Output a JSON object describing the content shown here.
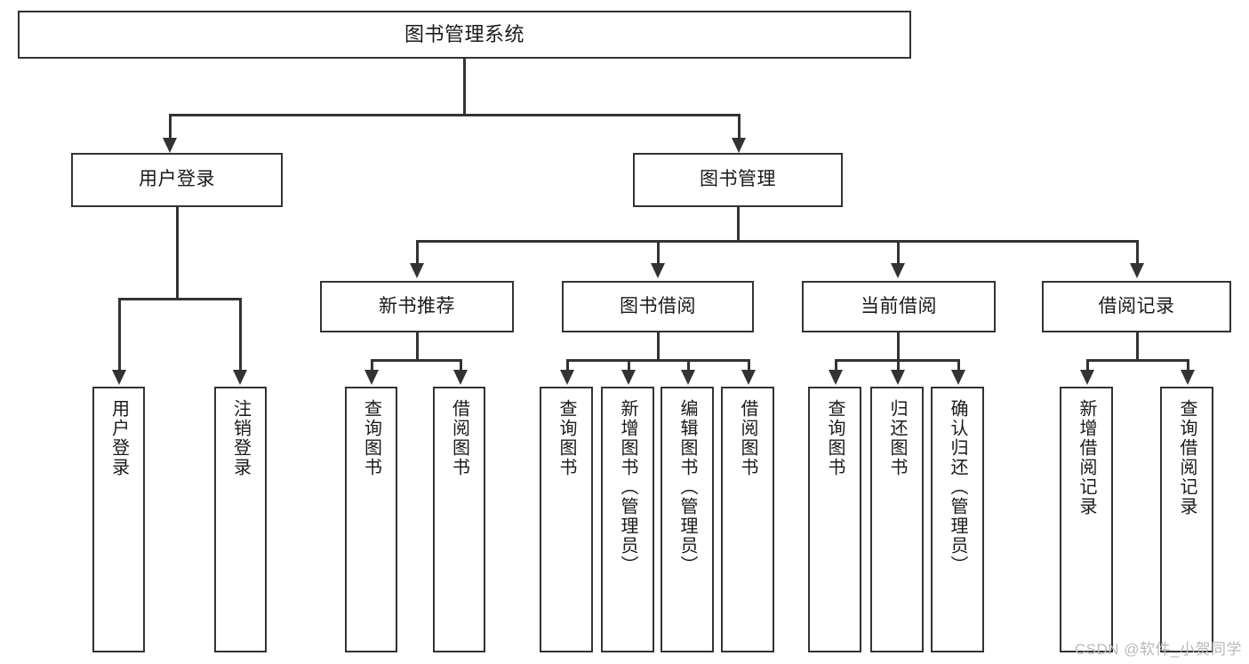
{
  "diagram": {
    "title": "图书管理系统",
    "type": "tree",
    "watermark": "CSDN @软件_小贺同学",
    "root": {
      "label": "图书管理系统"
    },
    "level1": [
      {
        "label": "用户登录"
      },
      {
        "label": "图书管理"
      }
    ],
    "level2": [
      {
        "label": "新书推荐"
      },
      {
        "label": "图书借阅"
      },
      {
        "label": "当前借阅"
      },
      {
        "label": "借阅记录"
      }
    ],
    "leaves": {
      "user_login": [
        {
          "label": "用户登录"
        },
        {
          "label": "注销登录"
        }
      ],
      "new_book_recommend": [
        {
          "label": "查询图书"
        },
        {
          "label": "借阅图书"
        }
      ],
      "book_borrow": [
        {
          "label": "查询图书"
        },
        {
          "label": "新增图书（管理员）"
        },
        {
          "label": "编辑图书（管理员）"
        },
        {
          "label": "借阅图书"
        }
      ],
      "current_borrow": [
        {
          "label": "查询图书"
        },
        {
          "label": "归还图书"
        },
        {
          "label": "确认归还（管理员）"
        }
      ],
      "borrow_record": [
        {
          "label": "新增借阅记录"
        },
        {
          "label": "查询借阅记录"
        }
      ]
    },
    "colors": {
      "stroke": "#333333",
      "fill": "#ffffff",
      "text": "#1a1a1a",
      "watermark": "#b9b9b9"
    }
  }
}
